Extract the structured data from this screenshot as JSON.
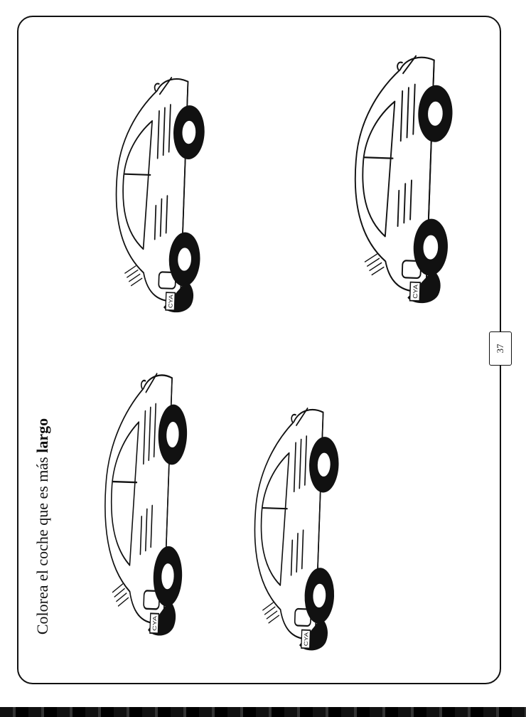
{
  "instruction": {
    "prefix": "Colorea el coche que es más",
    "bold_word": "largo"
  },
  "page_number": "37",
  "cars": [
    {
      "plate": "CYA"
    },
    {
      "plate": "CYA"
    },
    {
      "plate": "CYA"
    },
    {
      "plate": "CYA"
    }
  ]
}
